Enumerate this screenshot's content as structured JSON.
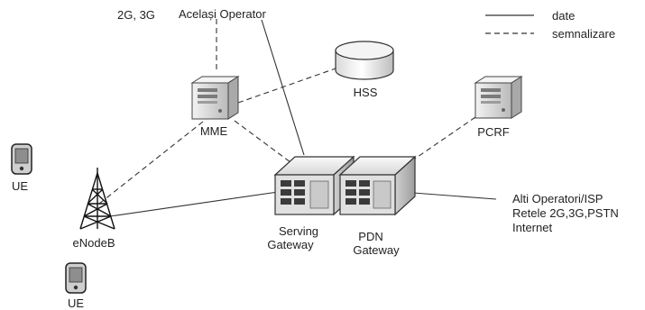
{
  "legend": {
    "data_label": "date",
    "signaling_label": "semnalizare"
  },
  "top_labels": {
    "legacy": "2G, 3G",
    "same_operator": "Același Operator"
  },
  "nodes": {
    "mme": "MME",
    "hss": "HSS",
    "pcrf": "PCRF",
    "ue_top": "UE",
    "ue_bottom": "UE",
    "enodeb": "eNodeB",
    "serving_gw": [
      "Serving",
      "Gateway"
    ],
    "pdn_gw": [
      "PDN",
      "Gateway"
    ]
  },
  "external": [
    "Alti Operatori/ISP",
    "Retele 2G,3G,PSTN",
    "Internet"
  ],
  "colors": {
    "line": "#333333",
    "server_body": "#e8e8e8",
    "gateway_front": "#dcdcdc",
    "screen": "#9a9a9a"
  }
}
